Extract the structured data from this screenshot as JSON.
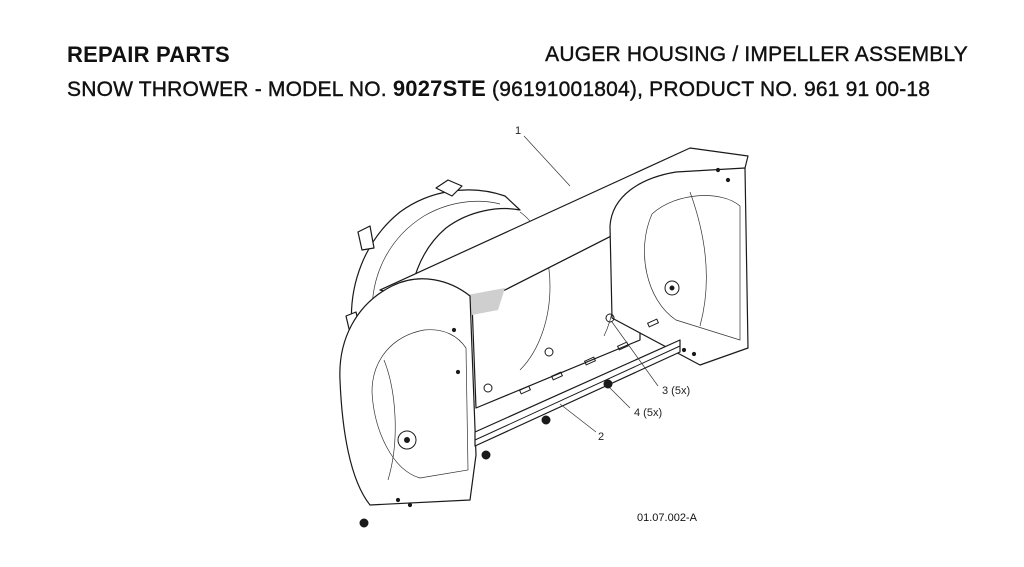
{
  "header": {
    "left_title": "REPAIR PARTS",
    "right_title": "AUGER HOUSING / IMPELLER ASSEMBLY",
    "subtitle_prefix": "SNOW THROWER - MODEL NO. ",
    "model_number": "9027STE",
    "subtitle_suffix": " (96191001804), PRODUCT NO. 961 91 00-18"
  },
  "callouts": [
    {
      "id": "1",
      "label": "1"
    },
    {
      "id": "2",
      "label": "2"
    },
    {
      "id": "3",
      "label": "3 (5x)"
    },
    {
      "id": "4",
      "label": "4 (5x)"
    }
  ],
  "drawing_reference": "01.07.002-A",
  "colors": {
    "ink": "#111111",
    "background": "#ffffff"
  }
}
